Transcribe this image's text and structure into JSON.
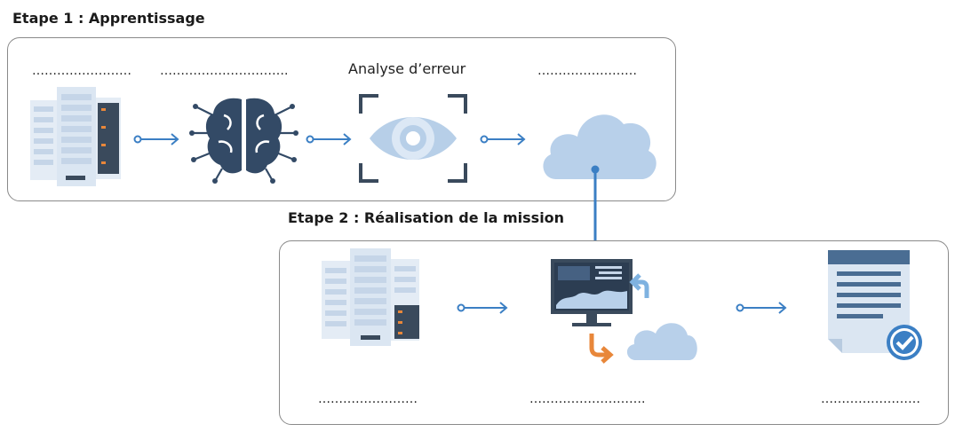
{
  "stage1": {
    "title": "Etape 1 : Apprentissage",
    "labels": [
      "……………………",
      "………………………….",
      "Analyse d’erreur",
      "……………………"
    ]
  },
  "stage2": {
    "title": "Etape 2 : Réalisation de la mission",
    "labels": [
      "……………………",
      "……………………….",
      "……………………"
    ]
  },
  "colors": {
    "arrow": "#3b7fc4",
    "server_light": "#dce7f3",
    "server_dark": "#3a4a5c",
    "brain": "#334a66",
    "eye": "#b7cfe8",
    "cloud": "#b8d0ea",
    "orange": "#e8873a",
    "doc_header": "#4a6d93"
  }
}
